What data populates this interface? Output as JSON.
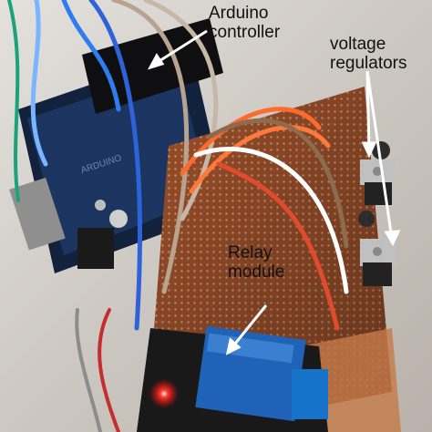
{
  "annotations": {
    "arduino": "Arduino\ncontroller",
    "voltage": "voltage\nregulators",
    "relay": "Relay\nmodule"
  }
}
